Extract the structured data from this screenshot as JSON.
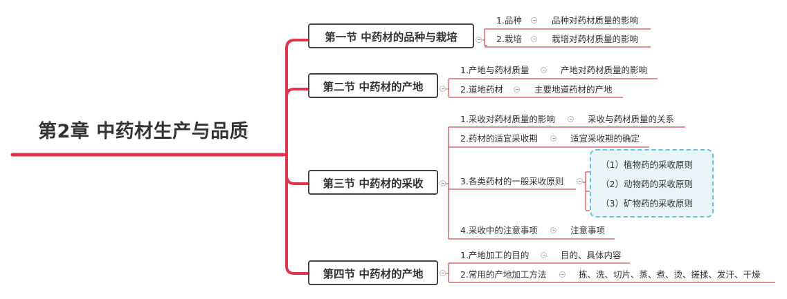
{
  "root": {
    "title": "第2章  中药材生产与品质"
  },
  "sections": [
    {
      "title": "第一节  中药材的品种与栽培",
      "items": [
        {
          "label": "1.品种",
          "detail": "品种对药材质量的影响"
        },
        {
          "label": "2.栽培",
          "detail": "栽培对药材质量的影响"
        }
      ]
    },
    {
      "title": "第二节  中药材的产地",
      "items": [
        {
          "label": "1.产地与药材质量",
          "detail": "产地对药材质量的影响"
        },
        {
          "label": "2.道地药材",
          "detail": "主要地道药材的产地"
        }
      ]
    },
    {
      "title": "第三节  中药材的采收",
      "items": [
        {
          "label": "1.采收对药材质量的影响",
          "detail": "采收与药材质量的关系"
        },
        {
          "label": "2.药材的适宜采收期",
          "detail": "适宜采收期的确定"
        },
        {
          "label": "3.各类药材的一般采收原则",
          "subitems": [
            "（1）植物药的采收原则",
            "（2）动物药的采收原则",
            "（3）矿物药的采收原则"
          ]
        },
        {
          "label": "4.采收中的注意事项",
          "detail": "注意事项"
        }
      ]
    },
    {
      "title": "第四节  中药材的产地",
      "items": [
        {
          "label": "1.产地加工的目的",
          "detail": "目的、具体内容"
        },
        {
          "label": "2.常用的产地加工方法",
          "detail": "拣、洗、切片、蒸、煮、烫、搓揉、发汗、干燥"
        }
      ]
    }
  ],
  "colors": {
    "branch": "#e0334d",
    "line": "#c81e2e",
    "boundary_border": "#6cc1da",
    "boundary_fill": "#e8f5f8"
  }
}
